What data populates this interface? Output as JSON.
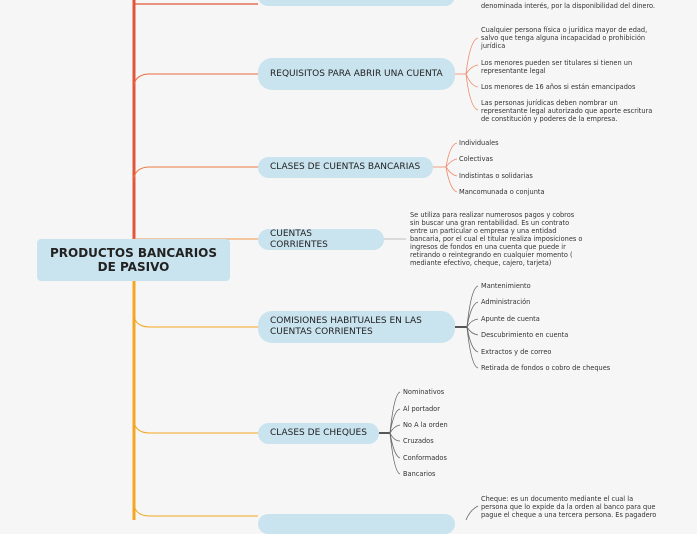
{
  "root": {
    "label": "PRODUCTOS BANCARIOS DE PASIVO"
  },
  "nodes": {
    "requisitos": "REQUISITOS PARA ABRIR UNA CUENTA",
    "clases_cuentas": "CLASES DE CUENTAS BANCARIAS",
    "cuentas_corrientes": "CUENTAS CORRIENTES",
    "comisiones": "COMISIONES HABITUALES EN LAS CUENTAS CORRIENTES",
    "clases_cheques": "CLASES DE CHEQUES"
  },
  "top_fragment": "denominada interés, por la disponibilidad del dinero.",
  "requisitos_items": [
    "Cualquier persona física o jurídica mayor de edad, salvo que tenga alguna incapacidad o prohibición jurídica",
    "Los menores pueden ser titulares si tienen un representante legal",
    "Los menores de 16 años si están emancipados",
    "Las personas jurídicas deben nombrar un representante legal autorizado que aporte escritura de constitución y poderes de la empresa."
  ],
  "clases_cuentas_items": [
    "Individuales",
    "Colectivas",
    "Indistintas o solidarias",
    "Mancomunada o conjunta"
  ],
  "cuentas_corrientes_text": "Se utiliza  para realizar numerosos pagos y cobros sin buscar una gran rentabilidad. Es un contrato entre un particular o empresa y una entidad bancaria, por el cual el titular realiza imposiciones o ingresos de fondos en una cuenta que puede ir retirando o reintegrando en cualquier momento ( mediante efectivo, cheque, cajero, tarjeta)",
  "comisiones_items": [
    "Mantenimiento",
    "Administración",
    "Apunte de cuenta",
    "Descubrimiento en cuenta",
    "Extractos y de correo",
    "Retirada de fondos o cobro de cheques"
  ],
  "clases_cheques_items": [
    "Nominativos",
    "Al portador",
    "No A la orden",
    "Cruzados",
    "Conformados",
    "Bancarios"
  ],
  "cheque_text": "Cheque: es un documento mediante el cual la persona que lo expide da la orden al banco para que pague el cheque a una tercera persona. Es pagadero"
}
